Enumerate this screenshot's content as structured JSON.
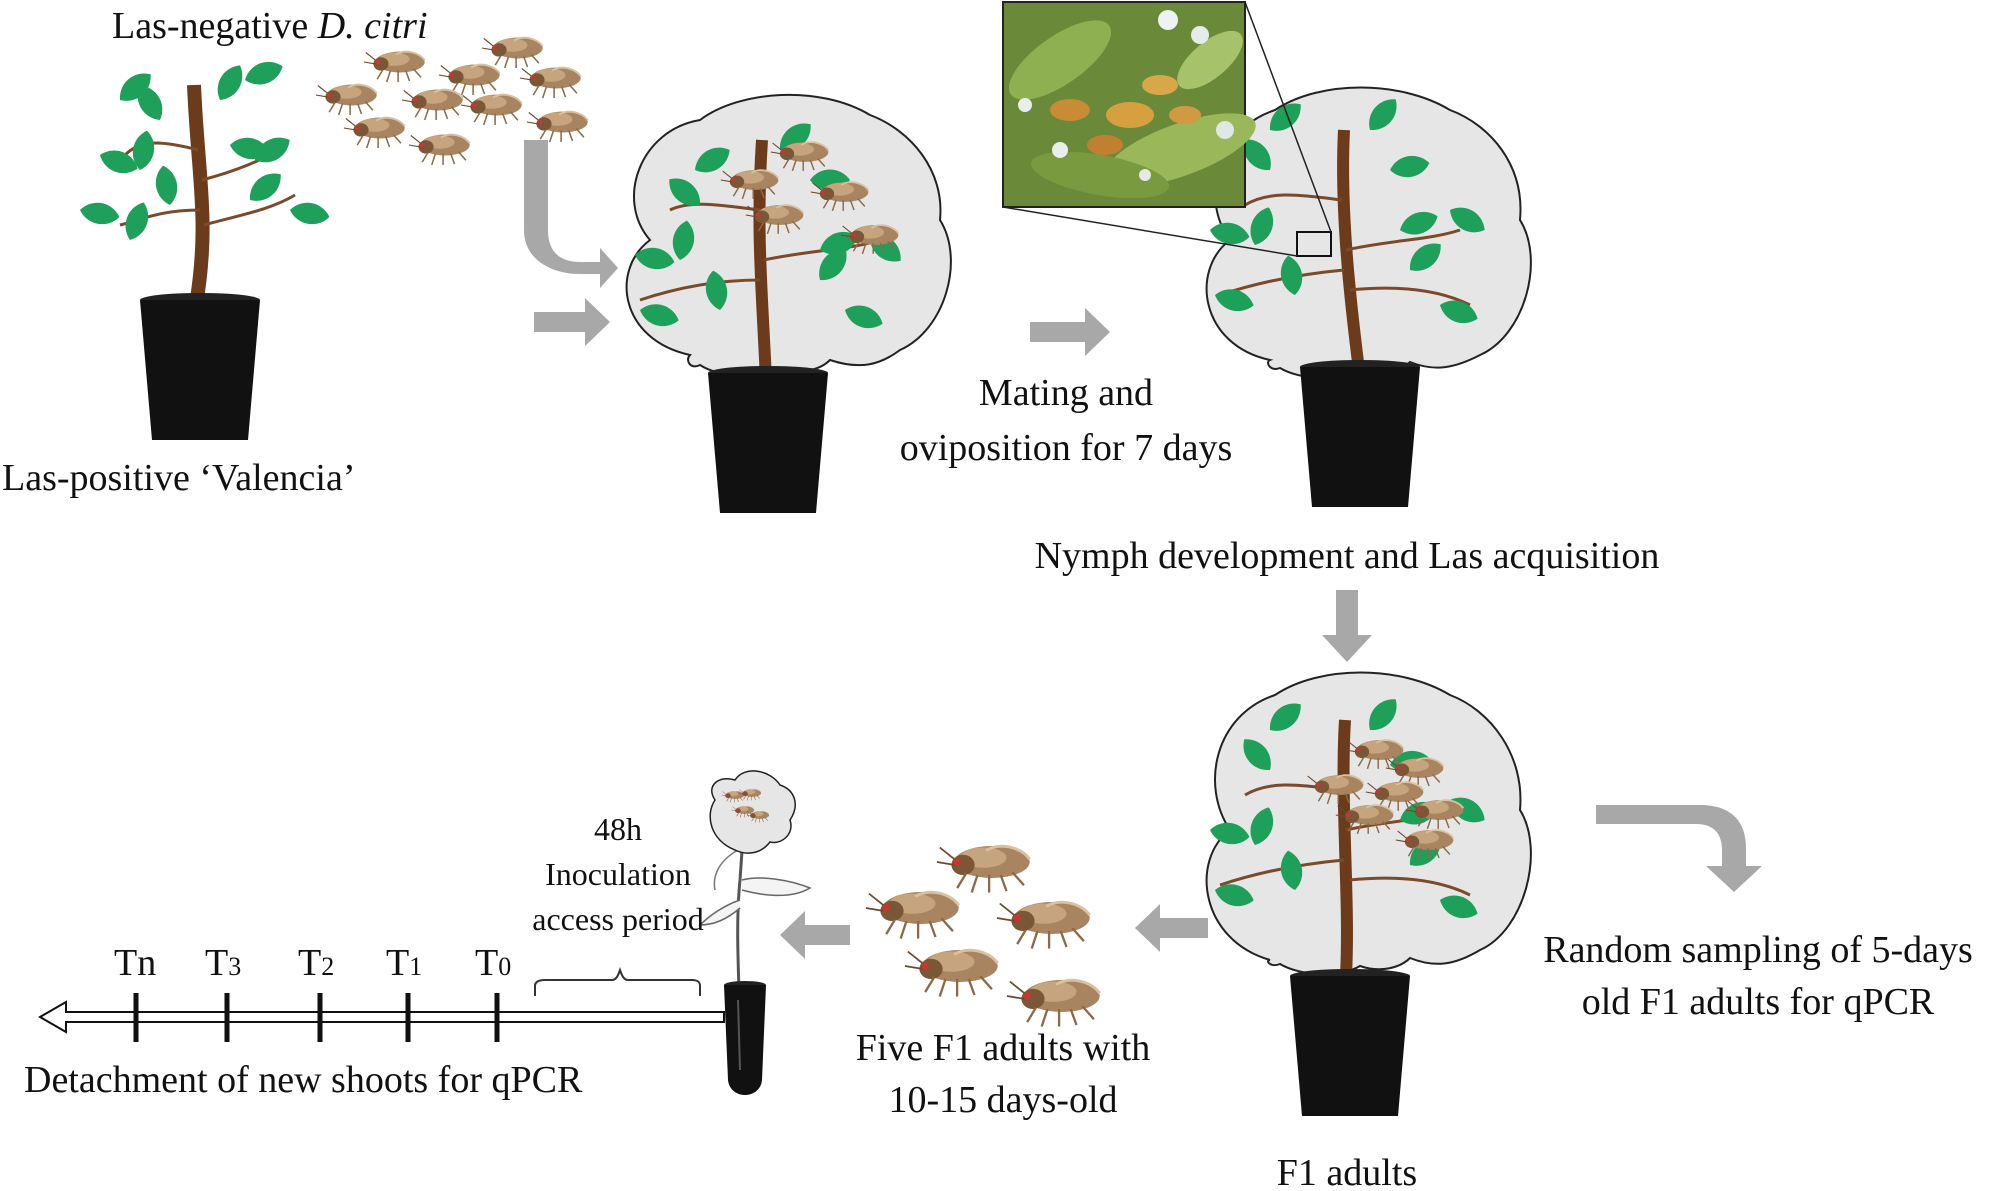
{
  "labels": {
    "top_insects": "Las-negative",
    "top_insects_species": "D. citri",
    "source_plant": "Las-positive ‘Valencia’",
    "mating_line1": "Mating and",
    "mating_line2": "oviposition for 7 days",
    "nymph": "Nymph development and Las acquisition",
    "sampling_line1": "Random sampling of 5-days",
    "sampling_line2": "old F1 adults for qPCR",
    "f1_adults": "F1 adults",
    "five_f1_line1": "Five F1 adults with",
    "five_f1_line2": "10-15 days-old",
    "iap_line1": "48h",
    "iap_line2": "Inoculation",
    "iap_line3": "access period",
    "detachment": "Detachment of new shoots for qPCR"
  },
  "timeline": {
    "ticks": [
      {
        "main": "T",
        "sub": "n",
        "sub_inline": true
      },
      {
        "main": "T",
        "sub": "3"
      },
      {
        "main": "T",
        "sub": "2"
      },
      {
        "main": "T",
        "sub": "1"
      },
      {
        "main": "T",
        "sub": "0"
      }
    ]
  },
  "colors": {
    "leaf": "#1ea05a",
    "stem": "#6b3b1c",
    "pot": "#111111",
    "cage": "#e6e6e6",
    "arrow": "#a8a8a8",
    "insect": "#9a7a55"
  },
  "icons": [
    "plant-icon",
    "psyllid-icon",
    "mesh-cage-icon",
    "pot-icon",
    "flow-arrow-icon",
    "magnified-photo-icon",
    "tube-icon"
  ]
}
